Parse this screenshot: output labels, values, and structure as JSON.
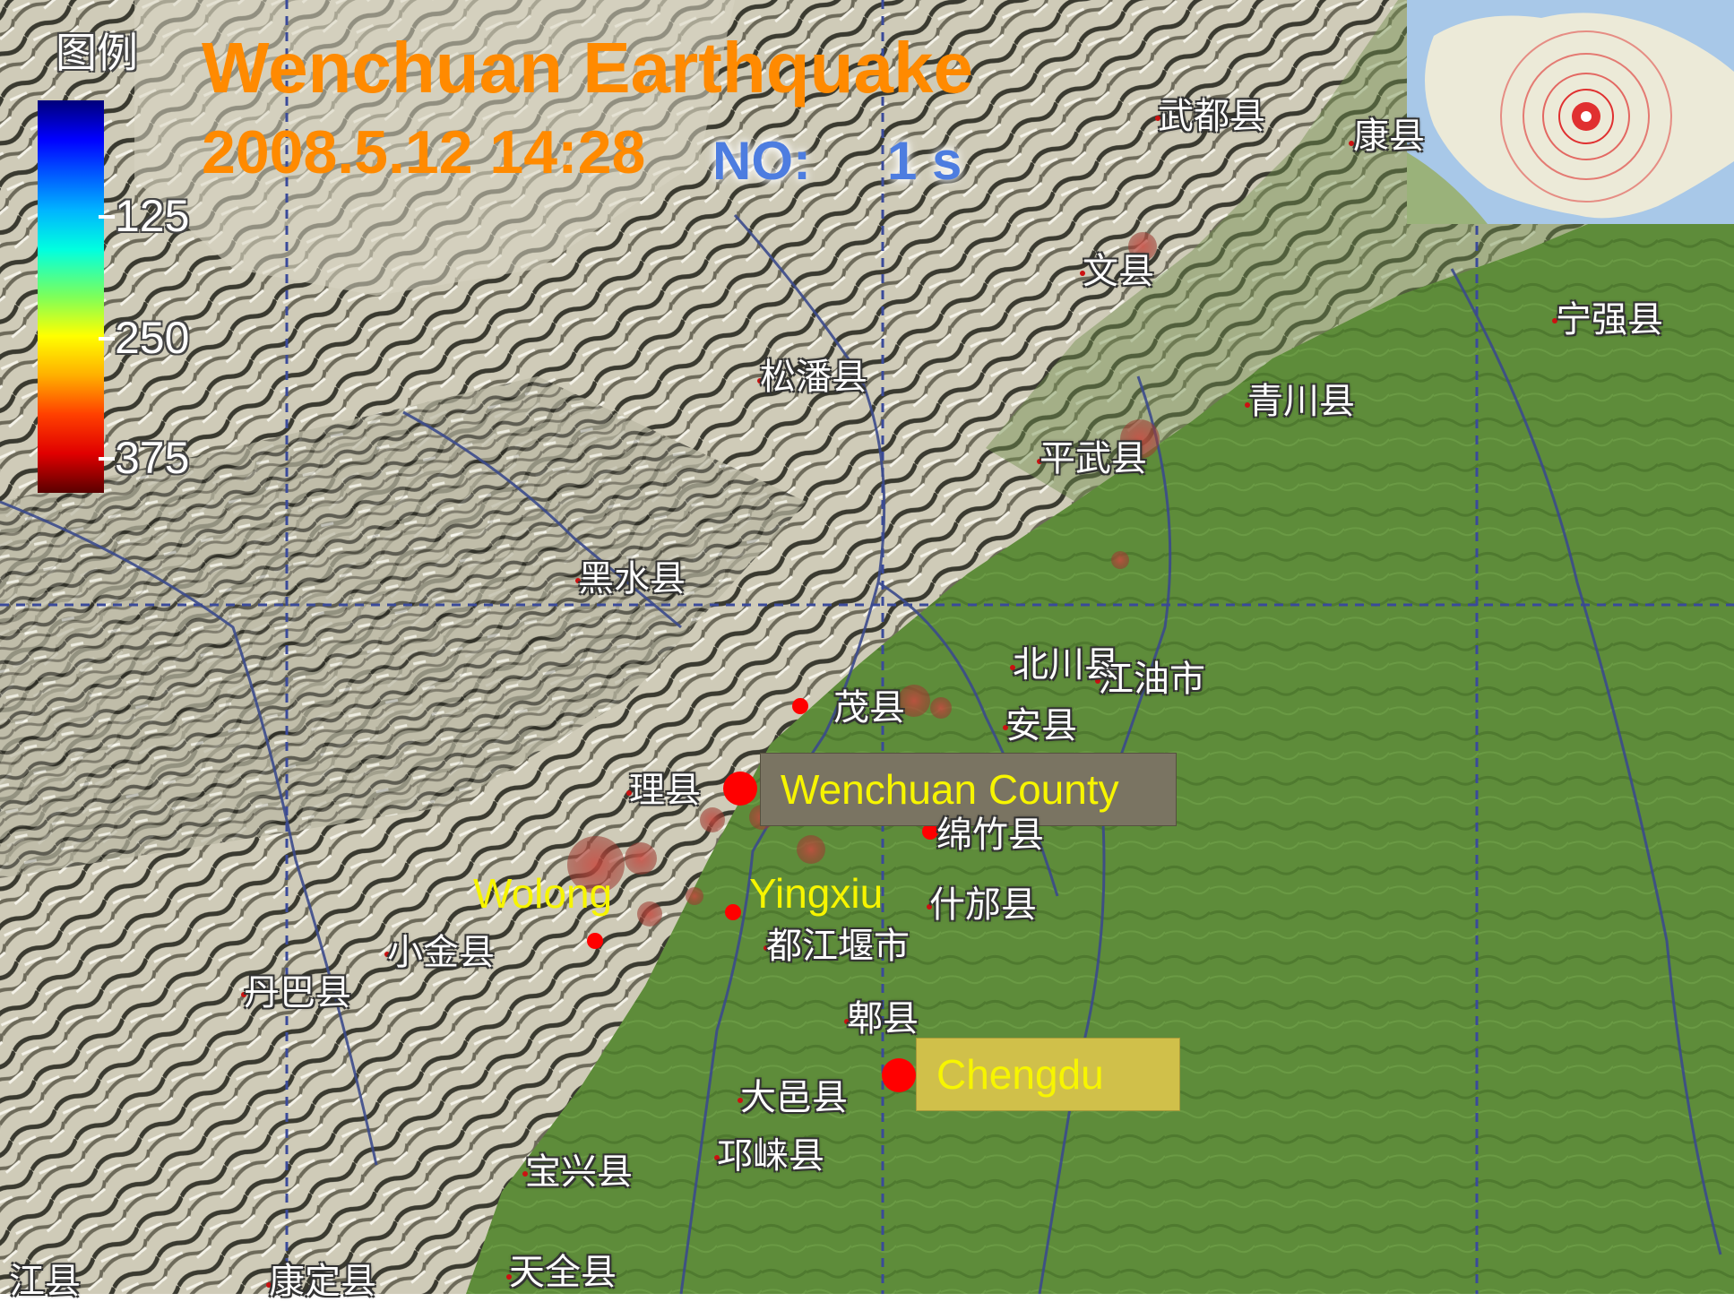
{
  "title": "Wenchuan Earthquake",
  "datetime": "2008.5.12  14:28",
  "counter_prefix": "NO:",
  "counter_value": "1 s",
  "legend": {
    "title": "图例",
    "ticks": [
      "125",
      "250",
      "375"
    ],
    "colors": [
      "#00007a",
      "#0000ff",
      "#00b4ff",
      "#00ffe0",
      "#7dff5a",
      "#ffff00",
      "#ffb000",
      "#ff4000",
      "#e00000",
      "#5a0000"
    ]
  },
  "highlight_labels": {
    "wenchuan": "Wenchuan County",
    "chengdu": "Chengdu",
    "wolong": "Wolong",
    "yingxiu": "Yingxiu"
  },
  "counties": {
    "wudu": "武都县",
    "kang": "康县",
    "wen": "文县",
    "ningqiang": "宁强县",
    "songpan": "松潘县",
    "qingchuan": "青川县",
    "pingwu": "平武县",
    "heishui": "黑水县",
    "beichuan": "北川县",
    "jiangyou": "江油市",
    "mao": "茂县",
    "an": "安县",
    "li": "理县",
    "mianzhu": "绵竹县",
    "shifang": "什邡县",
    "dujiangyan": "都江堰市",
    "xiaojin": "小金县",
    "danba": "丹巴县",
    "pi": "郫县",
    "dayi": "大邑县",
    "qionglai": "邛崃县",
    "baoxing": "宝兴县",
    "tianquan": "天全县",
    "kangding": "康定县",
    "jiang": "江县"
  },
  "colors": {
    "title": "#ff8a00",
    "counter": "#4d7de0",
    "highlight_text": "#f7f500",
    "marker": "#ff0000",
    "plain": "#5e8c3a",
    "mountain": "#c9c6b5",
    "grid": "#3a4a9a"
  },
  "icons": {
    "inset": "china-inset-map",
    "epicenter": "epicenter-rings-icon"
  }
}
